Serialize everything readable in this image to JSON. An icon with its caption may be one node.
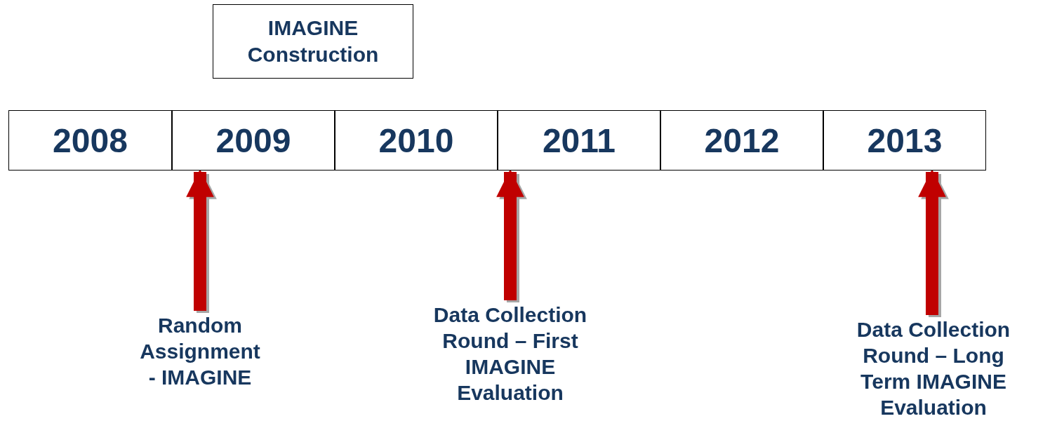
{
  "diagram": {
    "nodes": [
      {
        "text": [
          "IMAGINE Construction"
        ]
      },
      {
        "text": [
          "2008"
        ]
      },
      {
        "text": [
          "2009"
        ]
      },
      {
        "text": [
          "2010"
        ]
      },
      {
        "text": [
          "2011"
        ]
      },
      {
        "text": [
          "2012"
        ]
      },
      {
        "text": [
          "2013"
        ]
      },
      {
        "text": [
          "Random Assignment - IMAGINE"
        ]
      },
      {
        "text": [
          "Data Collection Round – First IMAGINE Evaluation"
        ]
      },
      {
        "text": [
          "Data Collection Round – Long Term IMAGINE Evaluation"
        ]
      }
    ],
    "edges": [
      {
        "from": 7,
        "to": 2,
        "arrow": "to"
      },
      {
        "from": 8,
        "to": 4,
        "arrow": "to"
      },
      {
        "from": 9,
        "to": 6,
        "arrow": "to"
      }
    ]
  }
}
